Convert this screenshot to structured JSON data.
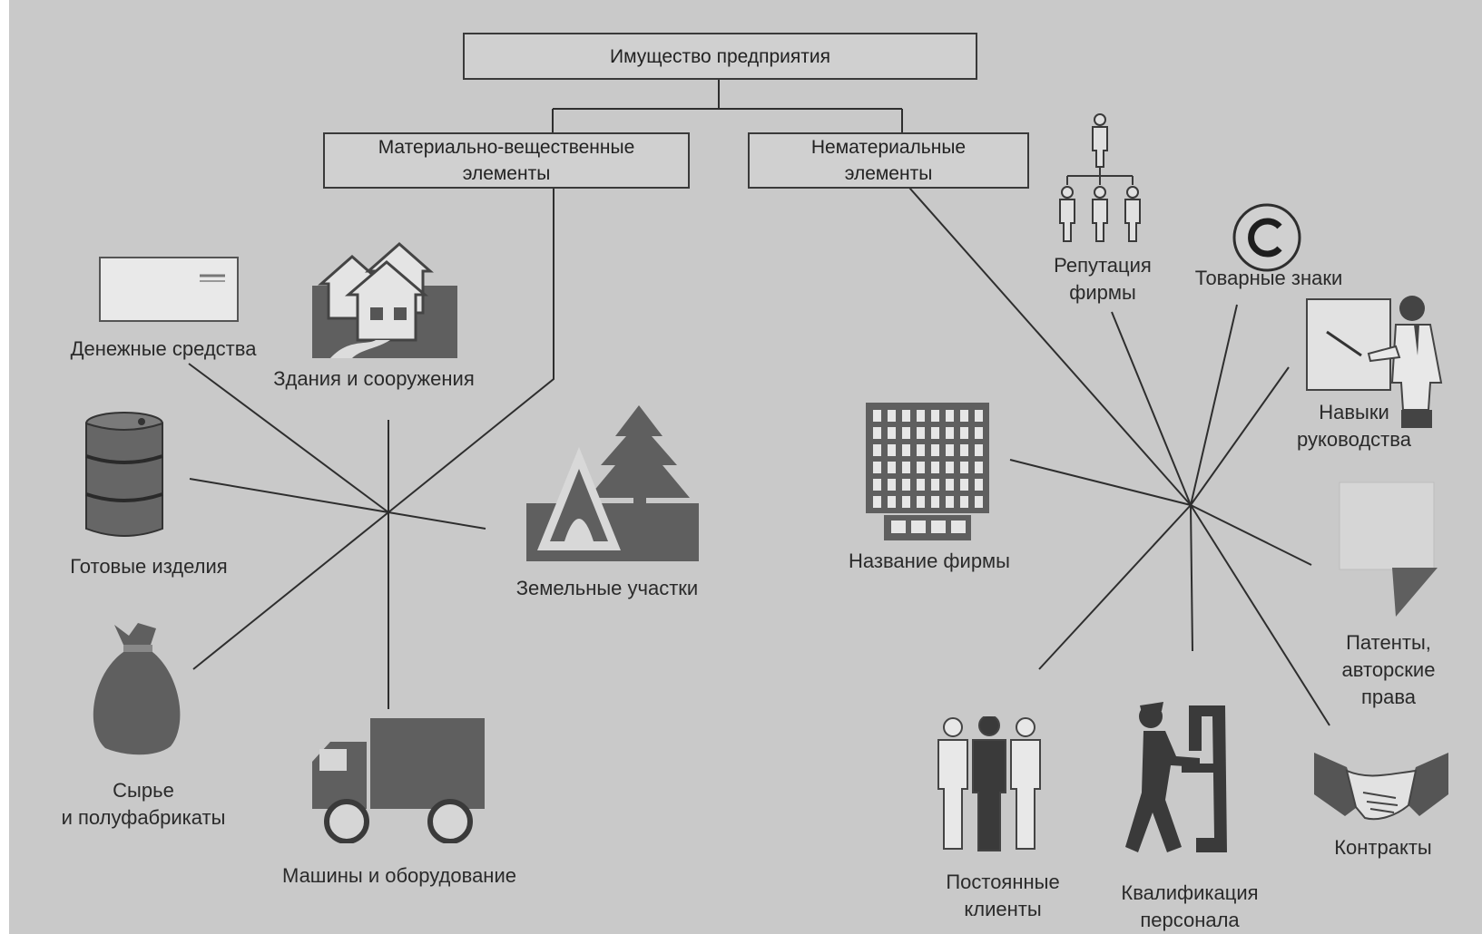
{
  "diagram": {
    "root": "Имущество предприятия",
    "branches": [
      {
        "key": "material",
        "label_lines": [
          "Материально-вещественные",
          "элементы"
        ],
        "items": [
          {
            "key": "money",
            "label_lines": [
              "Денежные средства"
            ],
            "icon": "banknote-icon"
          },
          {
            "key": "buildings",
            "label_lines": [
              "Здания и сооружения"
            ],
            "icon": "houses-icon"
          },
          {
            "key": "products",
            "label_lines": [
              "Готовые изделия"
            ],
            "icon": "barrel-icon"
          },
          {
            "key": "land",
            "label_lines": [
              "Земельные участки"
            ],
            "icon": "land-tree-icon"
          },
          {
            "key": "raw",
            "label_lines": [
              "Сырье",
              "и полуфабрикаты"
            ],
            "icon": "sack-icon"
          },
          {
            "key": "machines",
            "label_lines": [
              "Машины и оборудование"
            ],
            "icon": "truck-icon"
          }
        ]
      },
      {
        "key": "intangible",
        "label_lines": [
          "Нематериальные",
          "элементы"
        ],
        "items": [
          {
            "key": "reputation",
            "label_lines": [
              "Репутация",
              "фирмы"
            ],
            "icon": "org-chart-icon"
          },
          {
            "key": "trademarks",
            "label_lines": [
              "Товарные знаки"
            ],
            "icon": "copyright-icon"
          },
          {
            "key": "leadership",
            "label_lines": [
              "Навыки",
              "руководства"
            ],
            "icon": "presenter-icon"
          },
          {
            "key": "firm_name",
            "label_lines": [
              "Название фирмы"
            ],
            "icon": "office-building-icon"
          },
          {
            "key": "patents",
            "label_lines": [
              "Патенты,",
              "авторские",
              "права"
            ],
            "icon": "document-icon"
          },
          {
            "key": "clients",
            "label_lines": [
              "Постоянные",
              "клиенты"
            ],
            "icon": "people-group-icon"
          },
          {
            "key": "qualification",
            "label_lines": [
              "Квалификация",
              "персонала"
            ],
            "icon": "worker-machine-icon"
          },
          {
            "key": "contracts",
            "label_lines": [
              "Контракты"
            ],
            "icon": "handshake-icon"
          }
        ]
      }
    ]
  },
  "colors": {
    "background": "#c9c9c9",
    "ink": "#2e2e2e",
    "icon_fill": "#5f5f5f",
    "icon_light": "#e4e4e4"
  }
}
